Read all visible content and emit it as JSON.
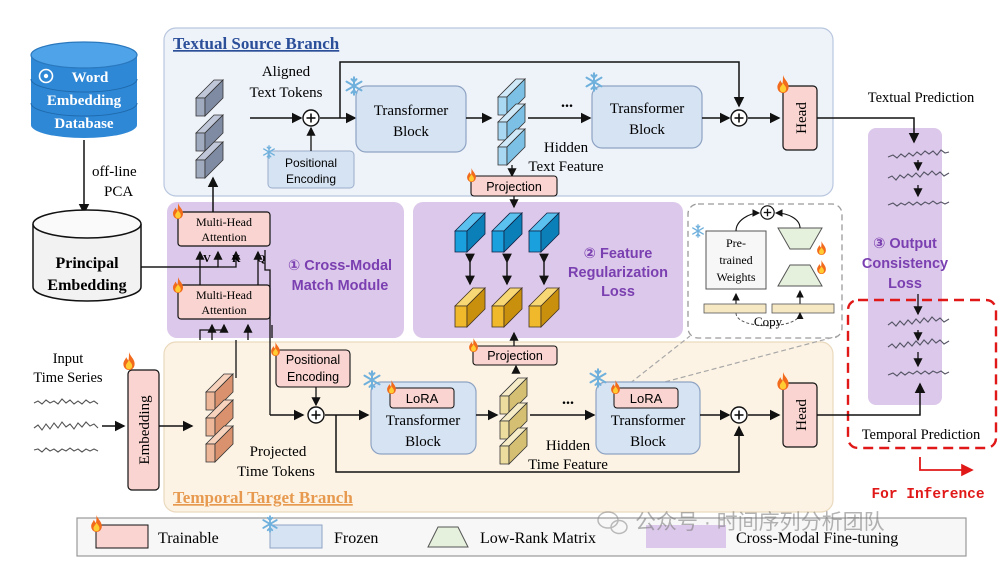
{
  "colors": {
    "trainable": "#f9d4d0",
    "frozen": "#d6e3f3",
    "cross_modal": "#dcc8ea",
    "textual_branch_bg": "#eef3fa",
    "temporal_branch_bg": "#fcf3e4",
    "title_blue": "#2c4f9a",
    "title_orange": "#e79a4f",
    "purple_text": "#7a3fb0",
    "db_blue": "#2f88d6",
    "inference_red": "#e01818"
  },
  "textual_branch": {
    "title": "Textual Source Branch",
    "aligned_tokens": [
      "Aligned",
      "Text Tokens"
    ],
    "positional_encoding": [
      "Positional",
      "Encoding"
    ],
    "transformer_block_1": [
      "Transformer",
      "Block"
    ],
    "transformer_block_2": [
      "Transformer",
      "Block"
    ],
    "ellipsis": "...",
    "hidden_feature": [
      "Hidden",
      "Text Feature"
    ],
    "head": "Head",
    "prediction": "Textual Prediction"
  },
  "database": {
    "lines": [
      "Word",
      "Embedding",
      "Database"
    ],
    "pca": [
      "off-line",
      "PCA"
    ],
    "principal": [
      "Principal",
      "Embedding"
    ]
  },
  "cross_modal": {
    "mha_top": [
      "Multi-Head",
      "Attention"
    ],
    "mha_bottom": [
      "Multi-Head",
      "Attention"
    ],
    "v": "V",
    "k": "K",
    "q": "Q",
    "module_label": [
      "① Cross-Modal",
      "Match Module"
    ]
  },
  "feature_reg": {
    "label": [
      "② Feature",
      "Regularization",
      "Loss"
    ],
    "projection_top": "Projection",
    "projection_bottom": "Projection"
  },
  "lora_detail": {
    "pretrained": [
      "Pre-",
      "trained",
      "Weights"
    ],
    "copy": "Copy"
  },
  "output_consistency": {
    "label": [
      "③ Output",
      "Consistency",
      "Loss"
    ]
  },
  "temporal_branch": {
    "title": "Temporal Target Branch",
    "input": [
      "Input",
      "Time Series"
    ],
    "embedding": "Embedding",
    "projected_tokens": [
      "Projected",
      "Time Tokens"
    ],
    "positional_encoding": [
      "Positional",
      "Encoding"
    ],
    "lora_1": "LoRA",
    "lora_2": "LoRA",
    "transformer_block_1": [
      "Transformer",
      "Block"
    ],
    "transformer_block_2": [
      "Transformer",
      "Block"
    ],
    "ellipsis": "...",
    "hidden_feature": [
      "Hidden",
      "Time Feature"
    ],
    "head": "Head",
    "prediction": "Temporal Prediction",
    "for_inference": "For Inference"
  },
  "legend": {
    "trainable": "Trainable",
    "frozen": "Frozen",
    "low_rank": "Low-Rank Matrix",
    "cross_modal": "Cross-Modal Fine-tuning"
  },
  "watermark": "公众号 · 时间序列分析团队"
}
